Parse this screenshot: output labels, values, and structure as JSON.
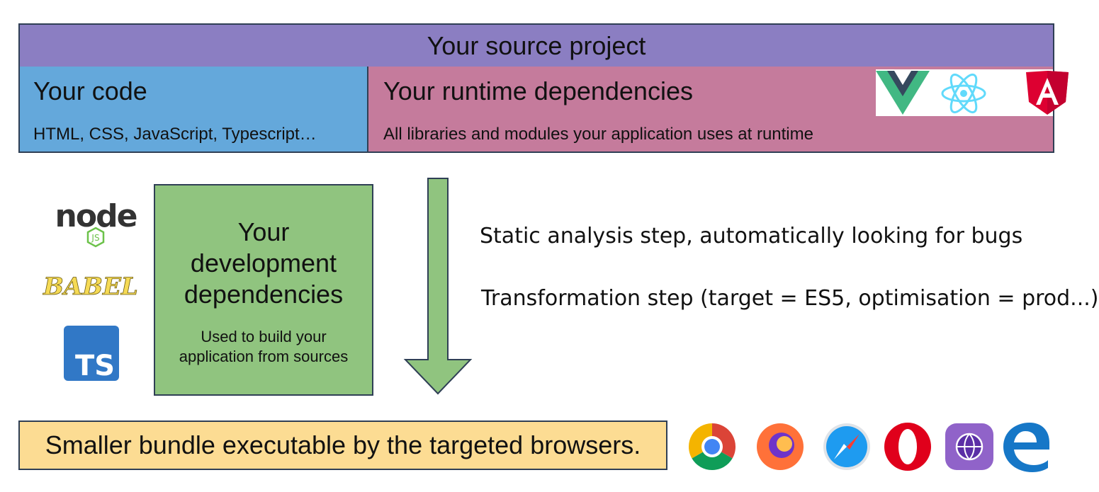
{
  "source_project": {
    "title": "Your source project",
    "code": {
      "title": "Your code",
      "subtitle": "HTML, CSS, JavaScript, Typescript…"
    },
    "runtime": {
      "title": "Your runtime dependencies",
      "subtitle": "All libraries and modules your application uses at runtime",
      "logos": [
        "vue-icon",
        "react-icon",
        "angular-icon"
      ]
    }
  },
  "dev_tools": {
    "logos": [
      "node-icon",
      "babel-icon",
      "typescript-icon"
    ],
    "node_label": "node",
    "node_js_label": "JS",
    "babel_label": "BABEL",
    "ts_label": "TS"
  },
  "dev_dependencies": {
    "title_line1": "Your",
    "title_line2": "development",
    "title_line3": "dependencies",
    "subtitle_line1": "Used to build your",
    "subtitle_line2": "application from sources"
  },
  "steps": {
    "static_analysis": "Static analysis step, automatically looking for bugs",
    "transformation": "Transformation step (target = ES5, optimisation = prod...)"
  },
  "output": {
    "label": "Smaller bundle executable by the targeted browsers.",
    "browsers": [
      "chrome-icon",
      "firefox-icon",
      "safari-icon",
      "opera-icon",
      "tor-icon",
      "edge-icon"
    ]
  },
  "colors": {
    "header": "#8b7ec2",
    "code": "#64a8db",
    "runtime": "#c57b9c",
    "dev": "#90c47f",
    "bundle": "#fcdc93",
    "border": "#2f3f55"
  }
}
